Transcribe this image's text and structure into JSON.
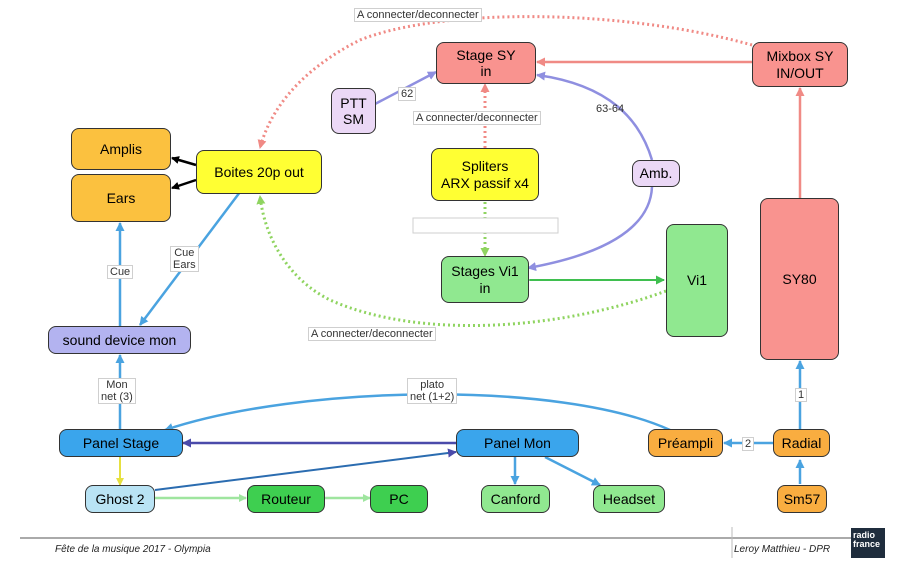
{
  "nodes": {
    "stage_sy": "Stage SY\nin",
    "mixbox_sy": "Mixbox SY\nIN/OUT",
    "ptt_sm": "PTT\nSM",
    "amplis": "Amplis",
    "ears": "Ears",
    "boites": "Boites 20p out",
    "spliters": "Spliters\nARX passif x4",
    "amb": "Amb.",
    "stages_vi1": "Stages Vi1\nin",
    "vi1": "Vi1",
    "sy80": "SY80",
    "sound_device": "sound device mon",
    "panel_stage": "Panel Stage",
    "panel_mon": "Panel Mon",
    "preampli": "Préampli",
    "radial": "Radial",
    "ghost2": "Ghost 2",
    "routeur": "Routeur",
    "pc": "PC",
    "canford": "Canford",
    "headset": "Headset",
    "sm57": "Sm57"
  },
  "edge_labels": {
    "top_connect": "A connecter/deconnecter",
    "mid_connect": "A connecter/deconnecter",
    "bottom_connect": "A connecter/deconnecter",
    "ptt_count": "62",
    "amb_count": "63-64",
    "cue_ears": "Cue\nEars",
    "cue": "Cue",
    "mon_net": "Mon\nnet (3)",
    "plato_net": "plato\nnet (1+2)",
    "radial_preampli": "2",
    "radial_sy80": "1"
  },
  "footer": {
    "left": "Fête de la musique 2017 - Olympia",
    "right": "Leroy Matthieu - DPR",
    "logo": "radio\nfrance"
  },
  "colors": {
    "red": "#f9938f",
    "orange": "#fbc13f",
    "yellow": "#ffff33",
    "light_green": "#90e890",
    "green": "#3ecf50",
    "lavender": "#ebd8f6",
    "periwinkle": "#b3b3f0",
    "blue": "#3aa5ec",
    "light_blue": "#b9e3f4",
    "amber": "#f9ad40"
  }
}
